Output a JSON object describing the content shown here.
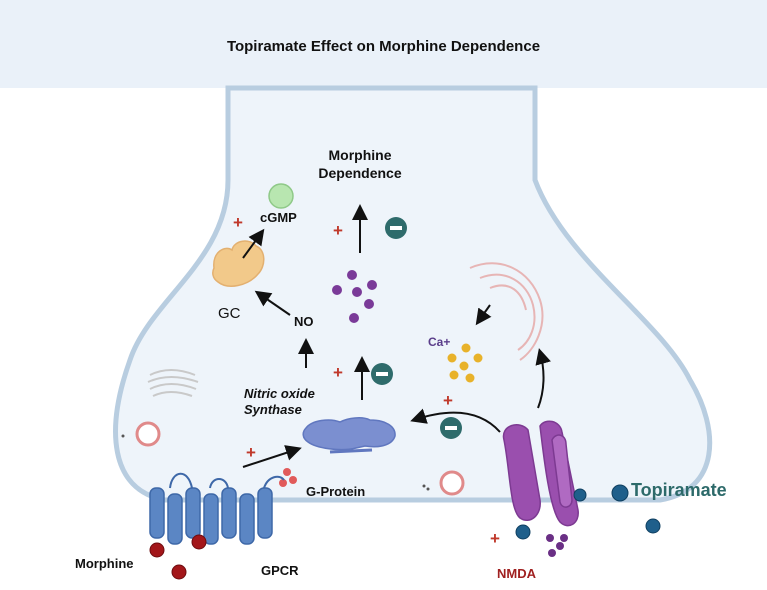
{
  "title": "Topiramate Effect on Morphine Dependence",
  "labels": {
    "morphine_dependence_line1": "Morphine",
    "morphine_dependence_line2": "Dependence",
    "cgmp": "cGMP",
    "gc": "GC",
    "no": "NO",
    "nos_line1": "Nitric oxide",
    "nos_line2": "Synthase",
    "ca": "Ca+",
    "g_protein": "G-Protein",
    "topiramate": "Topiramate",
    "morphine": "Morphine",
    "gpcr": "GPCR",
    "nmda": "NMDA",
    "plus": "+"
  },
  "colors": {
    "banner": "#eaf1f9",
    "cell_fill": "#eef4fa",
    "membrane": "#b8cde0",
    "plus": "#c0392b",
    "minus_circle": "#2e6b6b",
    "gpcr": "#5b86c4",
    "nmda": "#9a4fae",
    "topiramate": "#1f5f8b",
    "morphine": "#a3161a",
    "nos": "#7b8fd0",
    "gc": "#f2c98a",
    "cgmp": "#b8e6b0",
    "dots_purple": "#7a3a98",
    "dots_yellow": "#e8b22a",
    "topiramate_text": "#2d6a6a",
    "nmda_text": "#a02020"
  },
  "icons": [
    "cgmp-circle-icon",
    "gc-enzyme-icon",
    "nos-enzyme-icon",
    "gpcr-receptor-icon",
    "nmda-receptor-icon",
    "golgi-icon",
    "endoplasmic-reticulum-icon",
    "vesicle-icon",
    "minus-circle-icon"
  ]
}
